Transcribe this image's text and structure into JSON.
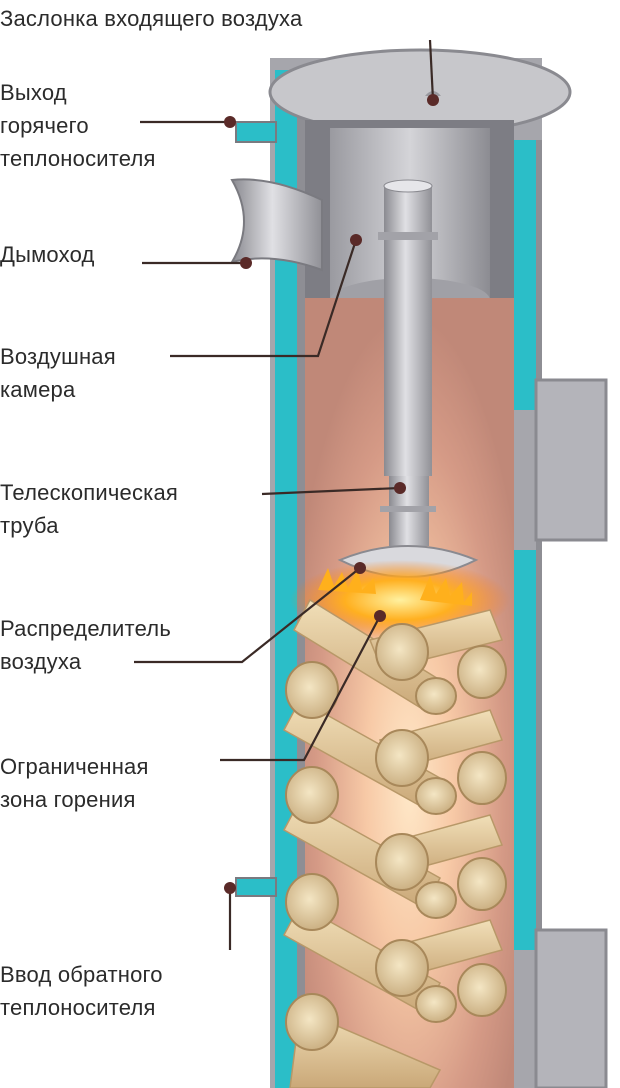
{
  "title": "Схема котла длительного горения",
  "labels": {
    "intake_damper": "Заслонка входящего воздуха",
    "hot_outlet": [
      "Выход",
      "горячего",
      "теплоносителя"
    ],
    "chimney": "Дымоход",
    "air_chamber": [
      "Воздушная",
      "камера"
    ],
    "telescopic_pipe": [
      "Телескопическая",
      "труба"
    ],
    "air_distributor": [
      "Распределитель",
      "воздуха"
    ],
    "burn_zone": [
      "Ограниченная",
      "зона горения"
    ],
    "return_inlet": [
      "Ввод обратного",
      "теплоносителя"
    ]
  },
  "colors": {
    "water_jacket": "#2bbec8",
    "steel": "#b9b9bd",
    "steel_dark": "#8e8e94",
    "fire": "#ff9a2a",
    "wood": "#e9d3a6",
    "callout": "#3a2a26",
    "dot": "#5a2a28"
  }
}
